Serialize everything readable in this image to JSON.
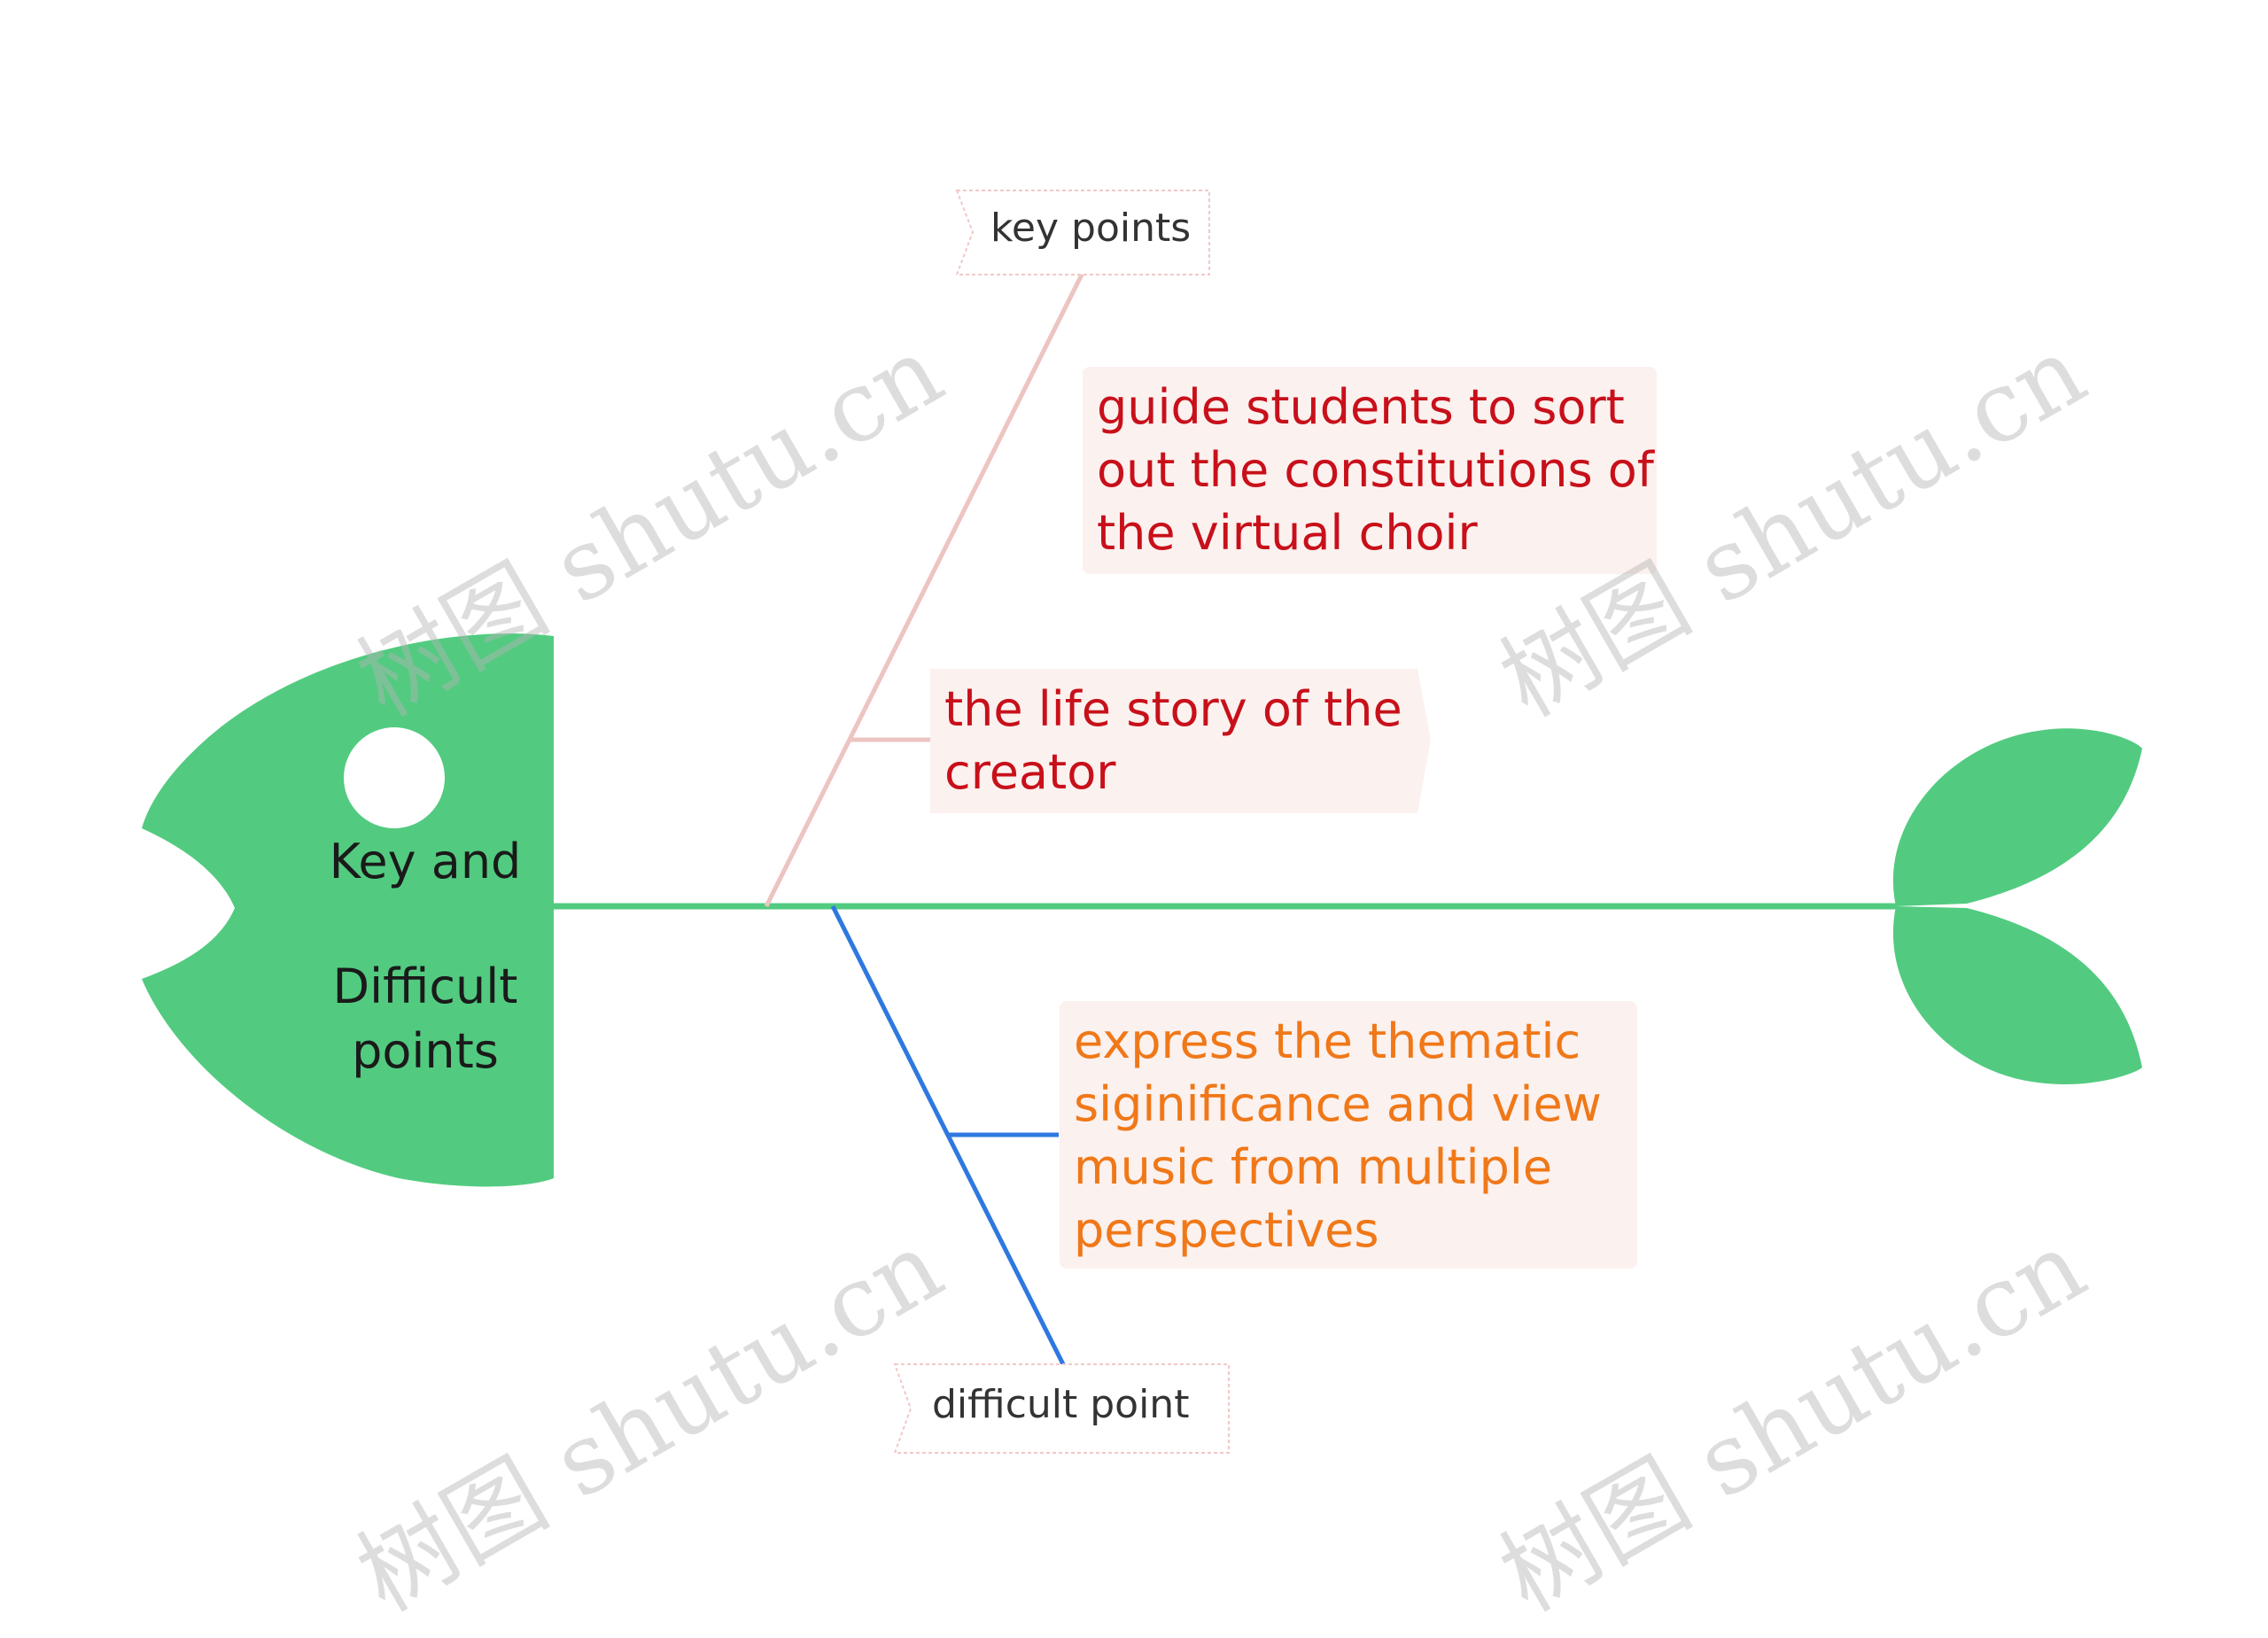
{
  "head": {
    "line1": "Key and",
    "line2": "Difficult",
    "line3": "points"
  },
  "top_branch": {
    "label": "key points",
    "items": [
      {
        "lines": [
          "guide students to sort",
          "out the constitutions of",
          "the virtual choir"
        ]
      },
      {
        "lines": [
          "the life story of the",
          "creator"
        ]
      }
    ]
  },
  "bottom_branch": {
    "label": "difficult point",
    "items": [
      {
        "lines": [
          "express the thematic",
          "siginificance and view",
          "music from multiple",
          "perspectives"
        ]
      }
    ]
  },
  "watermark": "树图 shutu.cn",
  "colors": {
    "fish_green": "#52cb80",
    "spine": "#52cb80",
    "top_branch_line": "#ecc4c0",
    "bottom_branch_line": "#2e78e0",
    "key_text": "#c8101a",
    "difficult_text": "#f07818",
    "box_fill": "#fbf1ef"
  }
}
